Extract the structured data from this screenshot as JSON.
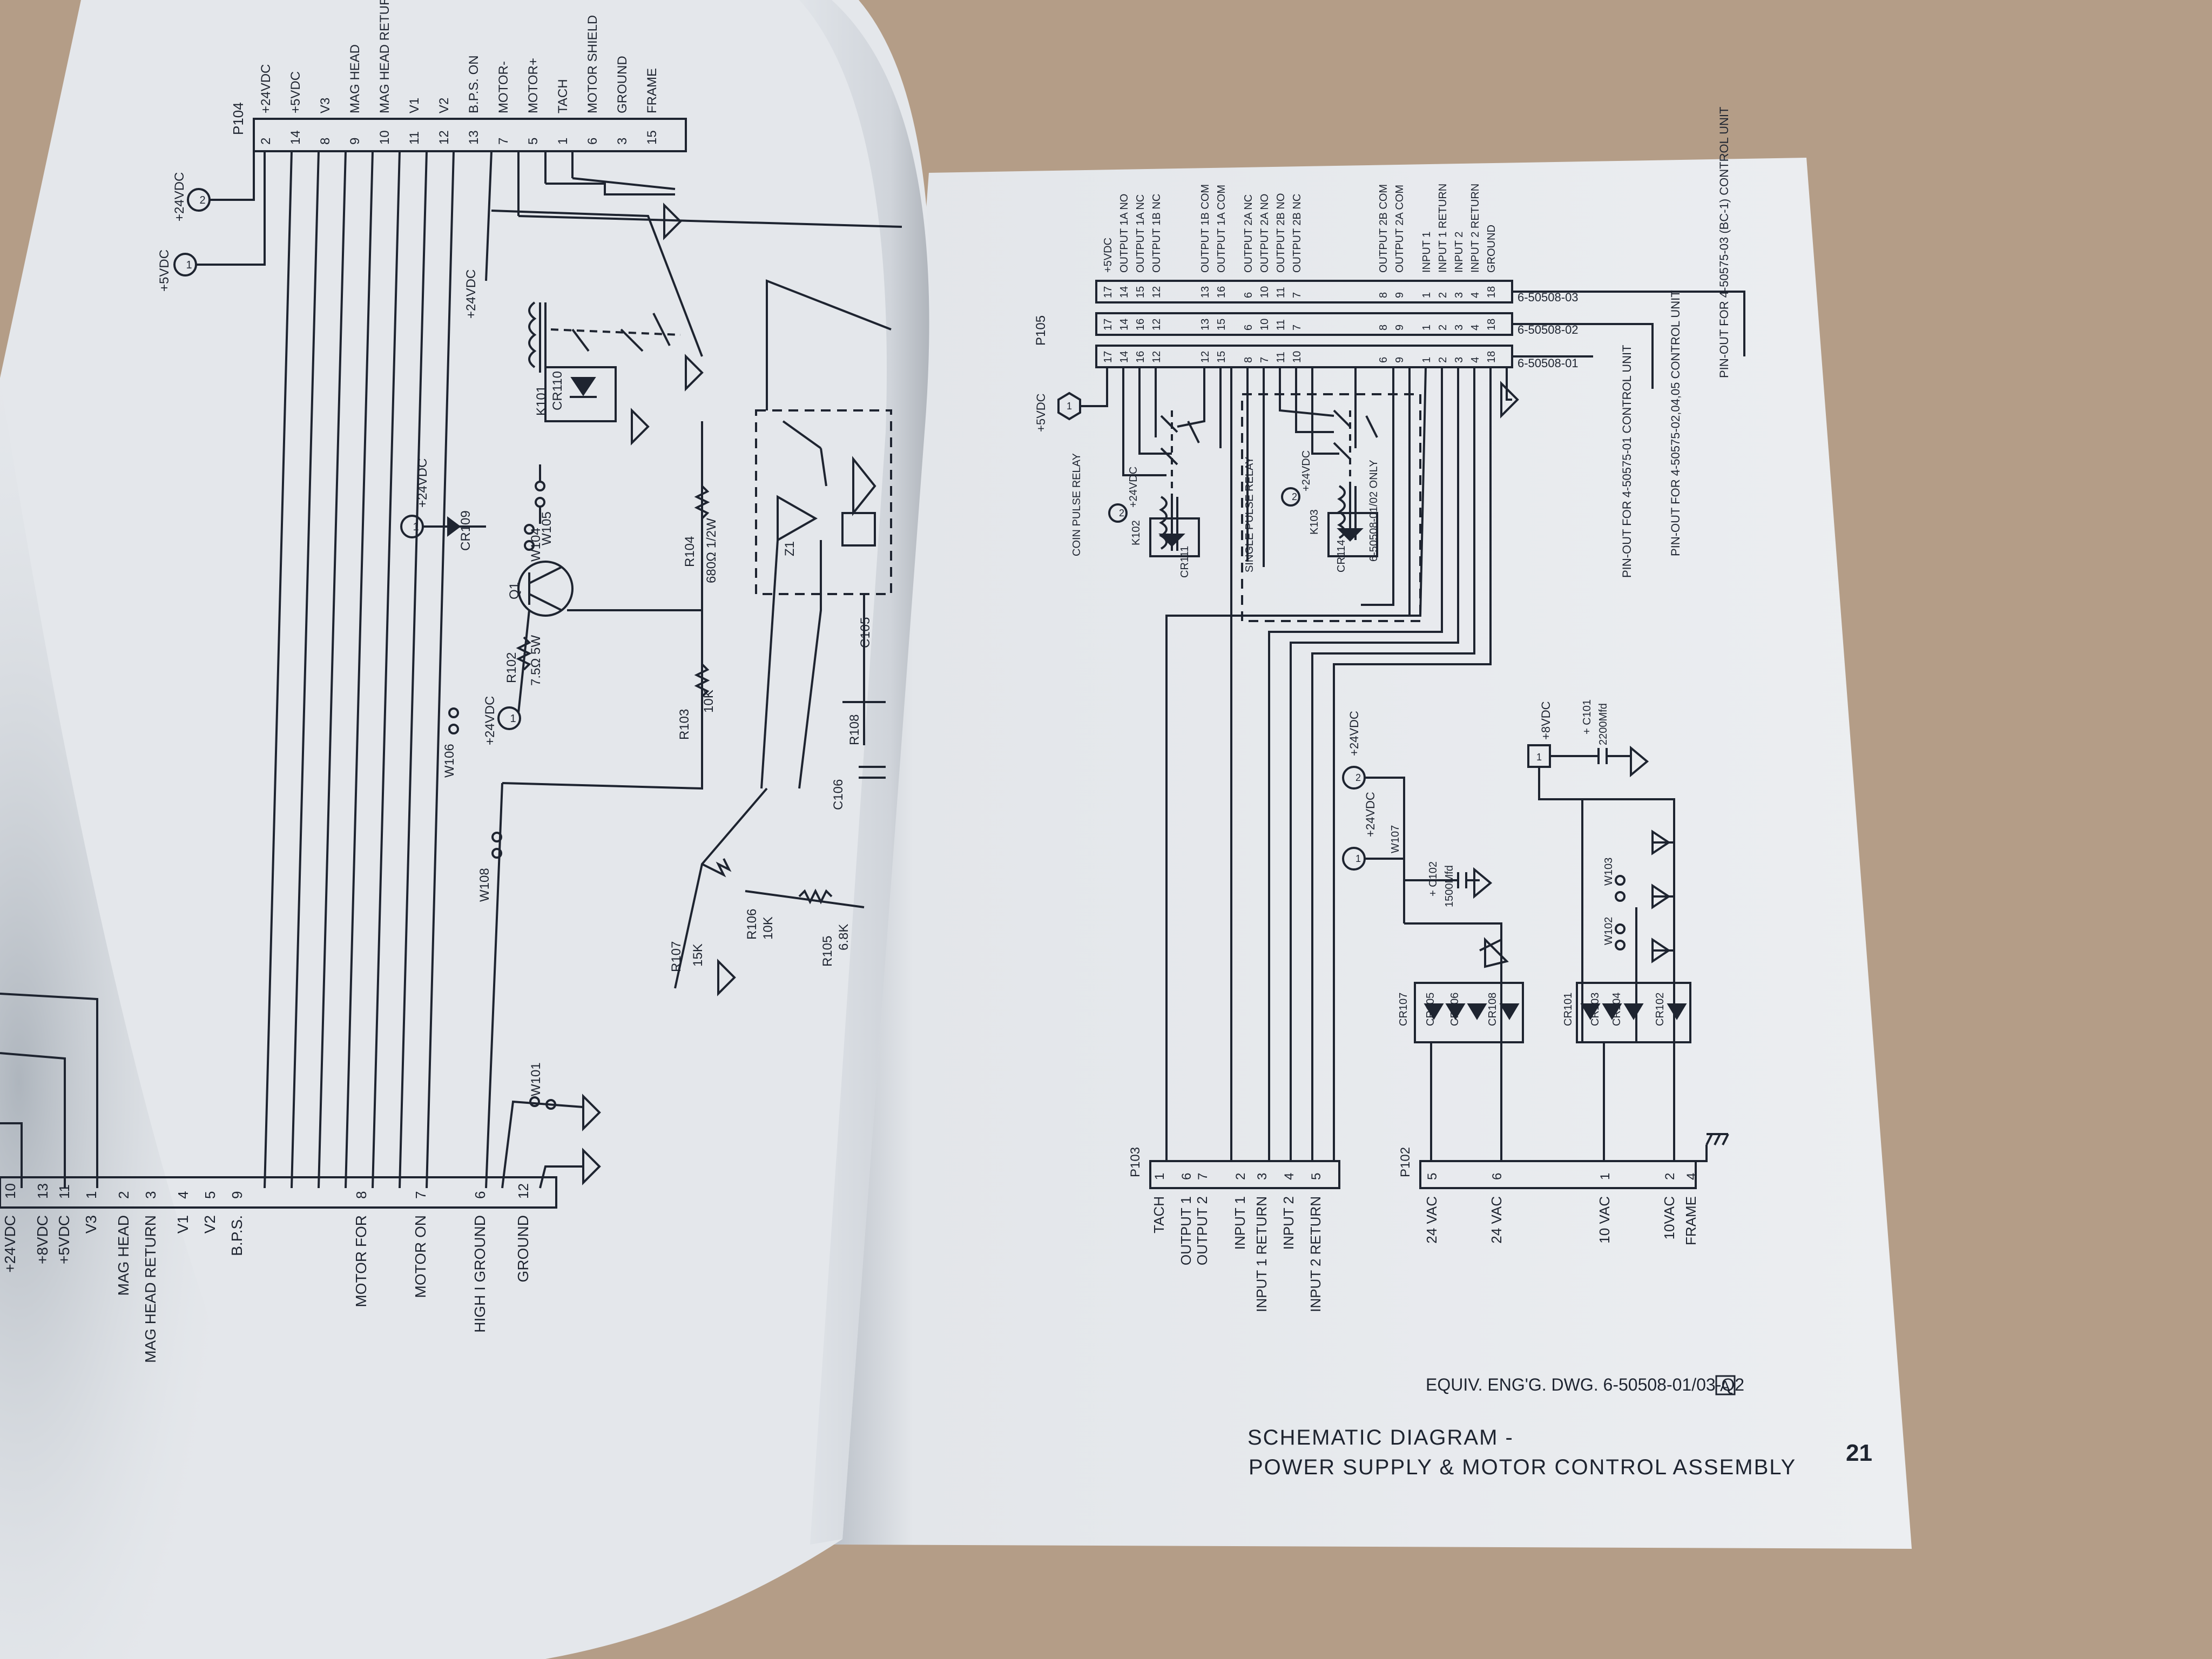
{
  "left_page": {
    "p104": {
      "connector": "P104",
      "pins": [
        {
          "num": "2",
          "label": "+24VDC"
        },
        {
          "num": "14",
          "label": "+5VDC"
        },
        {
          "num": "8",
          "label": "V3"
        },
        {
          "num": "9",
          "label": "MAG HEAD"
        },
        {
          "num": "10",
          "label": "MAG HEAD RETURN"
        },
        {
          "num": "11",
          "label": "V1"
        },
        {
          "num": "12",
          "label": "V2"
        },
        {
          "num": "13",
          "label": "B.P.S. ON"
        },
        {
          "num": "7",
          "label": "MOTOR-"
        },
        {
          "num": "5",
          "label": "MOTOR+"
        },
        {
          "num": "1",
          "label": "TACH"
        },
        {
          "num": "6",
          "label": "MOTOR SHIELD"
        },
        {
          "num": "3",
          "label": "GROUND"
        },
        {
          "num": "15",
          "label": "FRAME"
        }
      ]
    },
    "supply_labels": [
      {
        "num": "1",
        "label": "+5VDC"
      },
      {
        "num": "2",
        "label": "+24VDC"
      },
      {
        "num": "2",
        "label": "+24VDC"
      },
      {
        "num": "1",
        "label": "+24VDC"
      },
      {
        "num": "1",
        "label": "+24VDC"
      }
    ],
    "components": [
      "K101",
      "CR110",
      "CR109",
      "W105",
      "W104",
      "Q1",
      "R104",
      "680Ω 1/2W",
      "Z1",
      "R102",
      "7.5Ω 5W",
      "R103",
      "10K",
      "W106",
      "W108",
      "R107",
      "15K",
      "R106",
      "10K",
      "R105",
      "6.8K",
      "W101",
      "C105",
      "C106",
      "R108"
    ],
    "bottom_connector": {
      "pins": [
        {
          "num": "10",
          "label": "+24VDC"
        },
        {
          "num": "13",
          "label": "+8VDC"
        },
        {
          "num": "11",
          "label": "+5VDC"
        },
        {
          "num": "1",
          "label": "V3"
        },
        {
          "num": "2",
          "label": "MAG HEAD"
        },
        {
          "num": "3",
          "label": "MAG HEAD RETURN"
        },
        {
          "num": "4",
          "label": "V1"
        },
        {
          "num": "5",
          "label": "V2"
        },
        {
          "num": "9",
          "label": "B.P.S."
        },
        {
          "num": "8",
          "label": "MOTOR FOR"
        },
        {
          "num": "7",
          "label": "MOTOR ON"
        },
        {
          "num": "6",
          "label": "HIGH I GROUND"
        },
        {
          "num": "12",
          "label": "GROUND"
        }
      ]
    }
  },
  "right_page": {
    "p105": {
      "connector": "P105",
      "supply": {
        "num": "1",
        "label": "+5VDC"
      },
      "pins": [
        {
          "a": "17",
          "b": "17",
          "c": "17",
          "label": "+5VDC"
        },
        {
          "a": "14",
          "b": "14",
          "c": "14",
          "label": "OUTPUT 1A NO"
        },
        {
          "a": "16",
          "b": "16",
          "c": "15",
          "label": "OUTPUT 1A NC"
        },
        {
          "a": "12",
          "b": "12",
          "c": "12",
          "label": "OUTPUT 1B NC"
        },
        {
          "a": "12",
          "b": "13",
          "c": "13",
          "label": "OUTPUT 1B COM"
        },
        {
          "a": "15",
          "b": "15",
          "c": "16",
          "label": "OUTPUT 1A COM"
        },
        {
          "a": "8",
          "b": "6",
          "c": "6",
          "label": "OUTPUT 2A NC"
        },
        {
          "a": "7",
          "b": "10",
          "c": "10",
          "label": "OUTPUT 2A NO"
        },
        {
          "a": "11",
          "b": "11",
          "c": "11",
          "label": "OUTPUT 2B NO"
        },
        {
          "a": "10",
          "b": "7",
          "c": "7",
          "label": "OUTPUT 2B NC"
        },
        {
          "a": "6",
          "b": "8",
          "c": "8",
          "label": "OUTPUT 2B COM"
        },
        {
          "a": "9",
          "b": "9",
          "c": "9",
          "label": "OUTPUT 2A COM"
        },
        {
          "a": "1",
          "b": "1",
          "c": "1",
          "label": "INPUT 1"
        },
        {
          "a": "2",
          "b": "2",
          "c": "2",
          "label": "INPUT 1 RETURN"
        },
        {
          "a": "3",
          "b": "3",
          "c": "3",
          "label": "INPUT 2"
        },
        {
          "a": "4",
          "b": "4",
          "c": "4",
          "label": "INPUT 2 RETURN"
        },
        {
          "a": "18",
          "b": "18",
          "c": "18",
          "label": "GROUND"
        }
      ],
      "variants": [
        "6-50508-01",
        "6-50508-02",
        "6-50508-03"
      ]
    },
    "relays": {
      "coin_pulse": "COIN PULSE RELAY",
      "single_pulse": "SINGLE PULSE RELAY",
      "single_only": "6-50508-01/02 ONLY",
      "parts": [
        "K102",
        "CR111",
        "K103",
        "CR114"
      ],
      "supplies": [
        {
          "num": "2",
          "label": "+24VDC"
        },
        {
          "num": "2",
          "label": "+24VDC"
        }
      ]
    },
    "pinout_notes": [
      "PIN-OUT FOR 4-50575-01 CONTROL UNIT",
      "PIN-OUT FOR 4-50575-02,04,05 CONTROL UNIT",
      "PIN-OUT FOR 4-50575-03 (BC-1) CONTROL UNIT"
    ],
    "power": {
      "supplies": [
        {
          "num": "2",
          "label": "+24VDC"
        },
        {
          "num": "1",
          "label": "+24VDC"
        },
        {
          "num": "1",
          "label": "+8VDC"
        }
      ],
      "caps": [
        "W107",
        "+ C102",
        "1500Mfd",
        "+ C101",
        "2200Mfd"
      ],
      "diodes": [
        "CR107",
        "CR105",
        "CR106",
        "CR108",
        "CR101",
        "CR103",
        "CR104",
        "CR102"
      ],
      "jumpers": [
        "W103",
        "W102"
      ]
    },
    "p103": {
      "connector": "P103",
      "pins": [
        {
          "num": "1",
          "label": "TACH"
        },
        {
          "num": "6",
          "label": "OUTPUT 1"
        },
        {
          "num": "7",
          "label": "OUTPUT 2"
        },
        {
          "num": "2",
          "label": "INPUT 1"
        },
        {
          "num": "3",
          "label": "INPUT 1 RETURN"
        },
        {
          "num": "4",
          "label": "INPUT 2"
        },
        {
          "num": "5",
          "label": "INPUT 2 RETURN"
        }
      ]
    },
    "p102": {
      "connector": "P102",
      "pins": [
        {
          "num": "5",
          "label": "24 VAC"
        },
        {
          "num": "6",
          "label": "24 VAC"
        },
        {
          "num": "1",
          "label": "10 VAC"
        },
        {
          "num": "2",
          "label": "10VAC"
        },
        {
          "num": "4",
          "label": "FRAME"
        }
      ]
    },
    "footer": {
      "equiv": "EQUIV. ENG'G. DWG. 6-50508-01/03-Q2",
      "rev": "A",
      "title_1": "SCHEMATIC DIAGRAM -",
      "title_2": "POWER SUPPLY & MOTOR CONTROL ASSEMBLY",
      "page_number": "21"
    }
  }
}
